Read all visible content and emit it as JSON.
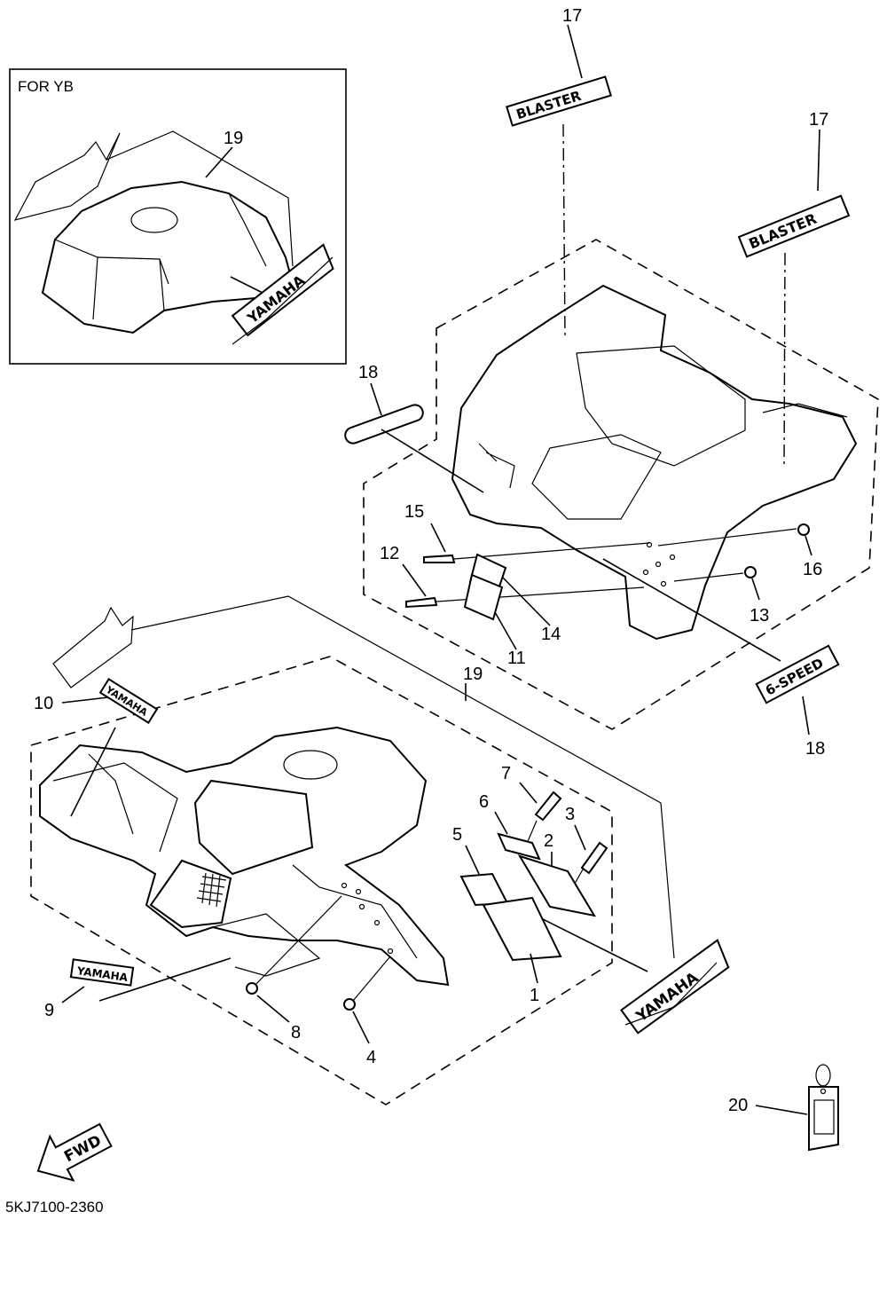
{
  "inset": {
    "title": "FOR YB"
  },
  "callouts": {
    "c1": "1",
    "c2": "2",
    "c3": "3",
    "c4": "4",
    "c5": "5",
    "c6": "6",
    "c7": "7",
    "c8": "8",
    "c9": "9",
    "c10": "10",
    "c11": "11",
    "c12": "12",
    "c13": "13",
    "c14": "14",
    "c15": "15",
    "c16": "16",
    "c17a": "17",
    "c17b": "17",
    "c18a": "18",
    "c18b": "18",
    "c19a": "19",
    "c19b": "19",
    "c20": "20"
  },
  "decals": {
    "blaster": "BLASTER",
    "six_speed": "6-SPEED",
    "yamaha": "YAMAHA"
  },
  "direction_arrow": "FWD",
  "diagram_code": "5KJ7100-2360"
}
